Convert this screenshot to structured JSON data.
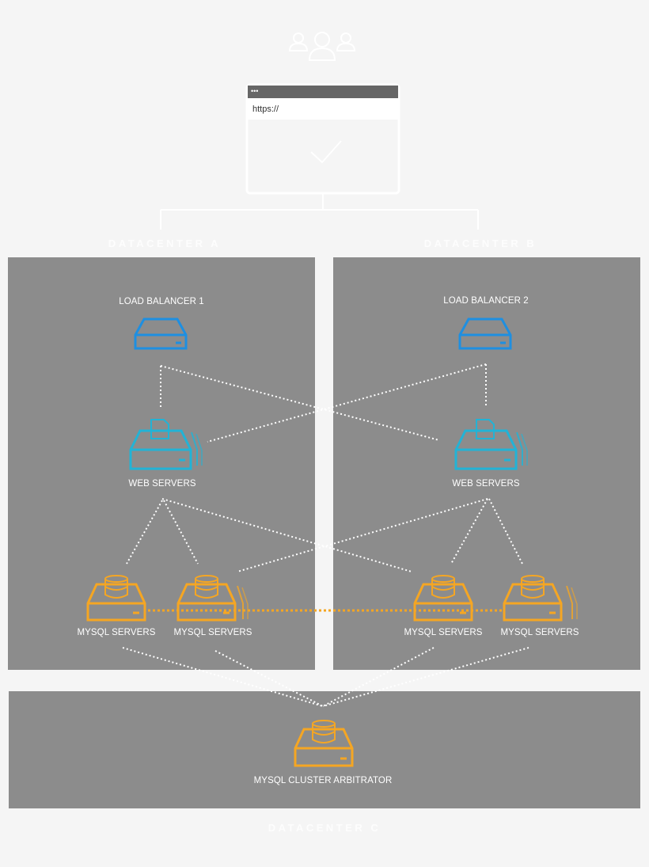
{
  "browser": {
    "url": "https://",
    "dots": "•••"
  },
  "datacenters": {
    "a": "DATACENTER A",
    "b": "DATACENTER B",
    "c": "DATACENTER C"
  },
  "nodes": {
    "lb1": "LOAD BALANCER 1",
    "lb2": "LOAD BALANCER 2",
    "web_a": "WEB SERVERS",
    "web_b": "WEB SERVERS",
    "mysql_a1": "MYSQL SERVERS",
    "mysql_a2": "MYSQL SERVERS",
    "mysql_b1": "MYSQL SERVERS",
    "mysql_b2": "MYSQL SERVERS",
    "arbitrator": "MYSQL CLUSTER ARBITRATOR"
  },
  "colors": {
    "panel": "#8c8c8c",
    "load_balancer": "#1e8fe1",
    "web_server": "#22b3d6",
    "mysql": "#f5a623",
    "link": "#ffffff"
  },
  "icons": {
    "users": "users-group-icon",
    "browser": "browser-window-icon",
    "load_balancer": "server-icon",
    "web_server": "web-server-stack-icon",
    "mysql": "database-server-icon"
  }
}
